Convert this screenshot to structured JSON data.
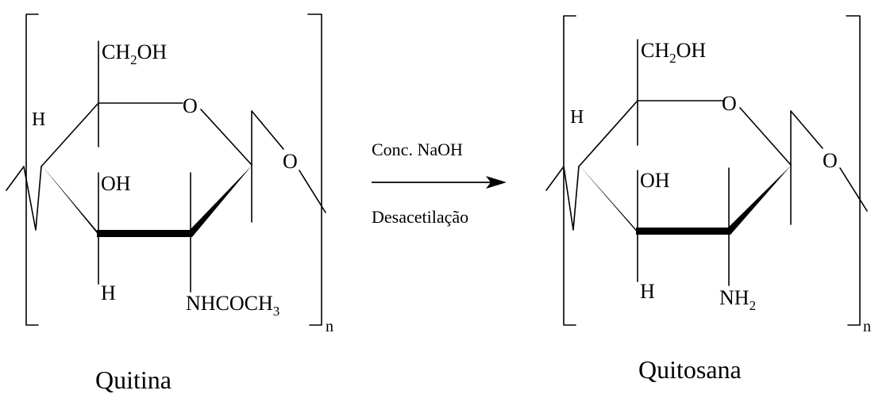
{
  "colors": {
    "ink": "#000000",
    "background": "#ffffff"
  },
  "reactant": {
    "name": "Quitina",
    "repeat_index": "n",
    "ring_oxygen": "O",
    "glycosidic_oxygen": "O",
    "hydroxymethyl": "CH",
    "hydroxymethyl_sub": "2",
    "hydroxymethyl_tail": "OH",
    "hydroxyl": "OH",
    "hydrogen_top": "H",
    "hydrogen_bottom": "H",
    "amide": "NHCOCH",
    "amide_sub": "3"
  },
  "product": {
    "name": "Quitosana",
    "repeat_index": "n",
    "ring_oxygen": "O",
    "glycosidic_oxygen": "O",
    "hydroxymethyl": "CH",
    "hydroxymethyl_sub": "2",
    "hydroxymethyl_tail": "OH",
    "hydroxyl": "OH",
    "hydrogen_top": "H",
    "hydrogen_bottom": "H",
    "amine": "NH",
    "amine_sub": "2"
  },
  "reaction": {
    "reagent": "Conc. NaOH",
    "process": "Desacetilação"
  }
}
